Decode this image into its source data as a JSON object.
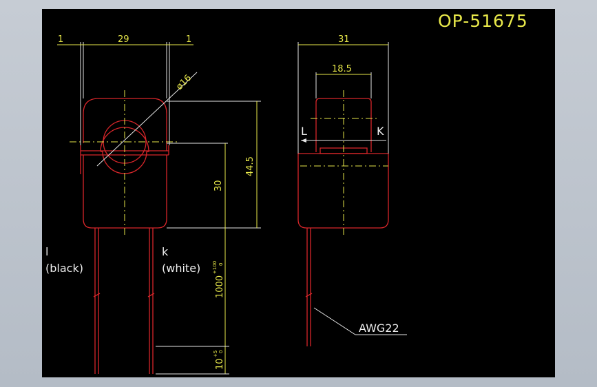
{
  "drawing": {
    "title": "OP-51675",
    "front_view": {
      "dim_left_gap": "1",
      "dim_width": "29",
      "dim_right_gap": "1",
      "dim_diameter": "ø16",
      "dim_center_height": "30",
      "dim_total_height": "44.5"
    },
    "side_view": {
      "dim_width": "31",
      "dim_inner_width": "18.5",
      "label_l": "L",
      "label_k": "K"
    },
    "leads": {
      "lead1_name": "l",
      "lead1_color": "(black)",
      "lead2_name": "k",
      "lead2_color": "(white)",
      "lead_length": "1000",
      "lead_length_tol_upper": "+100",
      "lead_length_tol_lower": "0",
      "strip_length": "10",
      "strip_tol_upper": "+5",
      "strip_tol_lower": "0",
      "wire_gauge": "AWG22"
    },
    "colors": {
      "background": "#000000",
      "dimension": "#e8e84a",
      "outline": "#d8262a",
      "text": "#f0f0f0"
    }
  }
}
